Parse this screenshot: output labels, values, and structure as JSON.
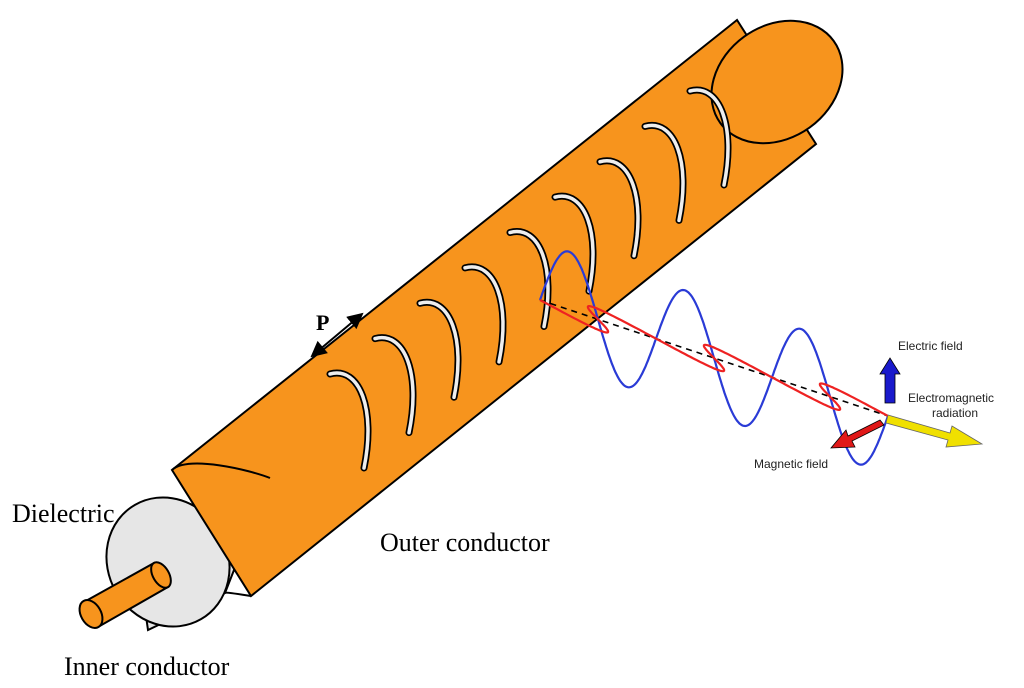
{
  "labels": {
    "pitch": "P",
    "dielectric": "Dielectric",
    "outer_conductor": "Outer conductor",
    "inner_conductor": "Inner conductor",
    "electric_field": "Electric field",
    "electromagnetic_radiation_line1": "Electromagnetic",
    "electromagnetic_radiation_line2": "radiation",
    "magnetic_field": "Magnetic field"
  },
  "colors": {
    "outer_conductor": "#f7941d",
    "dielectric": "#e6e6e6",
    "inner_conductor": "#f7941d",
    "electric_wave": "#2a3bd6",
    "magnetic_wave": "#ee2222",
    "electric_arrow": "#1a1acc",
    "magnetic_arrow": "#e01818",
    "radiation_arrow": "#f0e000"
  },
  "slot_count": 9
}
